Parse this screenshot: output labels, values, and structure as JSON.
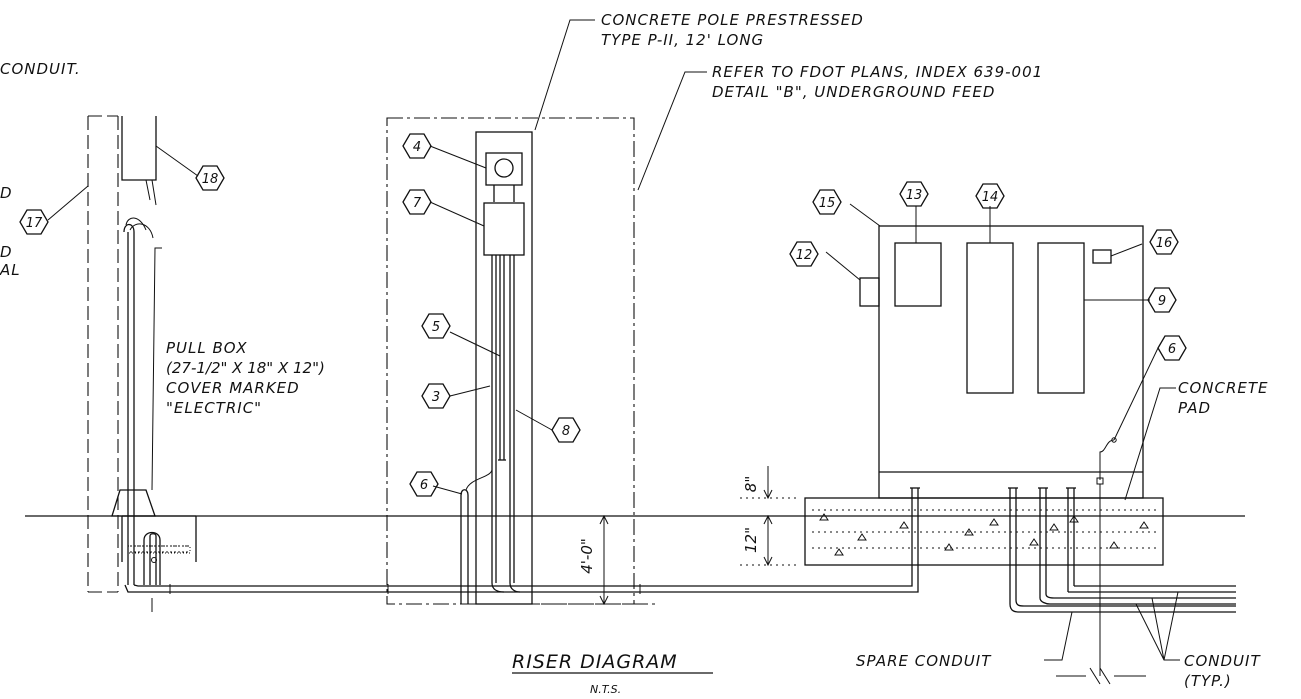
{
  "notes": {
    "conduit_partial": "CONDUIT.",
    "fragment_d": "D",
    "fragment_d2": "D",
    "fragment_al": "AL",
    "pole_line1": "CONCRETE POLE PRESTRESSED",
    "pole_line2": "TYPE P-II, 12' LONG",
    "fdot_line1": "REFER TO FDOT PLANS, INDEX 639-001",
    "fdot_line2": "DETAIL \"B\", UNDERGROUND FEED",
    "pullbox_line1": "PULL BOX",
    "pullbox_line2": "(27-1/2\" X 18\" X 12\")",
    "pullbox_line3": "COVER MARKED",
    "pullbox_line4": "\"ELECTRIC\"",
    "pad_line1": "CONCRETE",
    "pad_line2": "PAD",
    "spare": "SPARE CONDUIT",
    "conduit_line1": "CONDUIT",
    "conduit_line2": "(TYP.)"
  },
  "dimensions": {
    "d8": "8\"",
    "d12": "12\"",
    "d4ft": "4'-0\""
  },
  "title": "RISER DIAGRAM",
  "subtitle": "N.T.S.",
  "tags": {
    "t3": "3",
    "t4": "4",
    "t5": "5",
    "t6a": "6",
    "t6b": "6",
    "t7": "7",
    "t8": "8",
    "t9": "9",
    "t12": "12",
    "t13": "13",
    "t14": "14",
    "t15": "15",
    "t16": "16",
    "t17": "17",
    "t18": "18"
  }
}
